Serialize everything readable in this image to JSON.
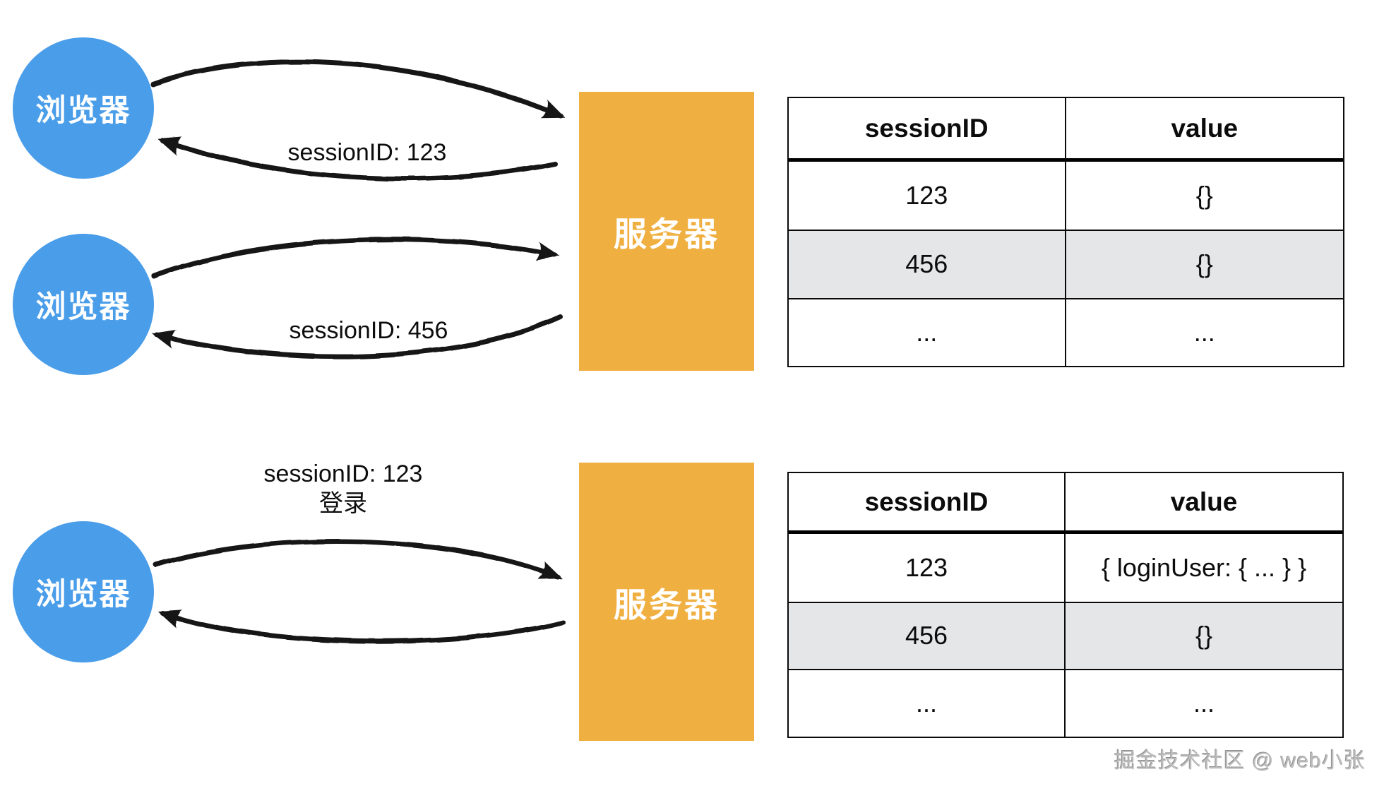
{
  "nodes": {
    "browser_label": "浏览器",
    "server_label": "服务器"
  },
  "flow_labels": {
    "top_first": "sessionID: 123",
    "top_second": "sessionID: 456",
    "bottom_line1": "sessionID: 123",
    "bottom_line2": "登录"
  },
  "tables": {
    "initial": {
      "headers": [
        "sessionID",
        "value"
      ],
      "rows": [
        [
          "123",
          "{}"
        ],
        [
          "456",
          "{}"
        ],
        [
          "...",
          "..."
        ]
      ]
    },
    "after_login": {
      "headers": [
        "sessionID",
        "value"
      ],
      "rows": [
        [
          "123",
          "{ loginUser: { ... } }"
        ],
        [
          "456",
          "{}"
        ],
        [
          "...",
          "..."
        ]
      ]
    }
  },
  "watermark": {
    "text": "掘金技术社区 @ web小张"
  },
  "colors": {
    "browser_node": "#4a9de9",
    "server_node": "#f0af41",
    "table_alt_row": "#e4e6e8",
    "arrow": "#141414",
    "watermark_text": "#bdbdbd"
  }
}
